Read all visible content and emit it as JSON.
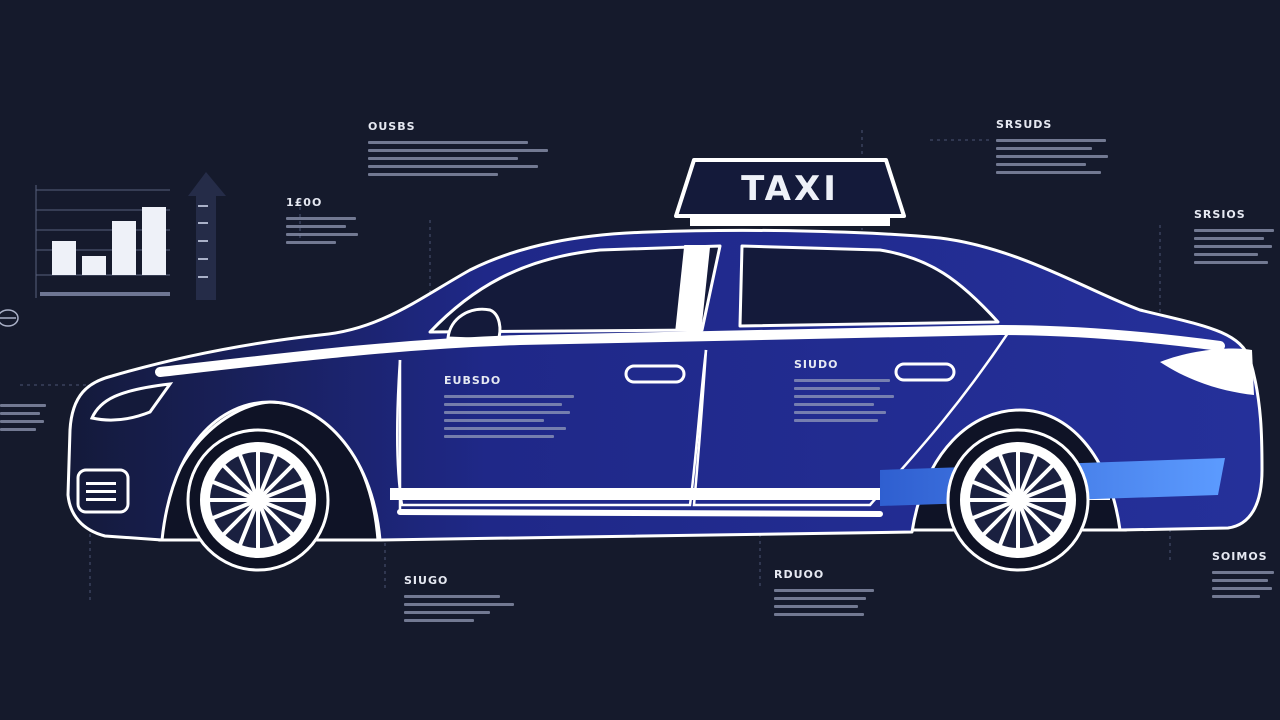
{
  "sign": {
    "text": "TAXI"
  },
  "callouts": [
    {
      "id": "top-left",
      "label": "OUSBS"
    },
    {
      "id": "mid-left",
      "label": "1£0O"
    },
    {
      "id": "top-right",
      "label": "SRSUDS"
    },
    {
      "id": "right",
      "label": "SRSIOS"
    },
    {
      "id": "front-door",
      "label": "EUBSDO"
    },
    {
      "id": "rear-door",
      "label": "SIUDO"
    },
    {
      "id": "bottom-left",
      "label": "SIUGO"
    },
    {
      "id": "bottom-mid",
      "label": "RDUOO"
    },
    {
      "id": "bottom-right",
      "label": "SOIMOS"
    }
  ],
  "colors": {
    "background": "#151a2c",
    "body_blue": "#1f2a86",
    "accent_blue": "#4a86f0",
    "outline": "#ffffff"
  }
}
